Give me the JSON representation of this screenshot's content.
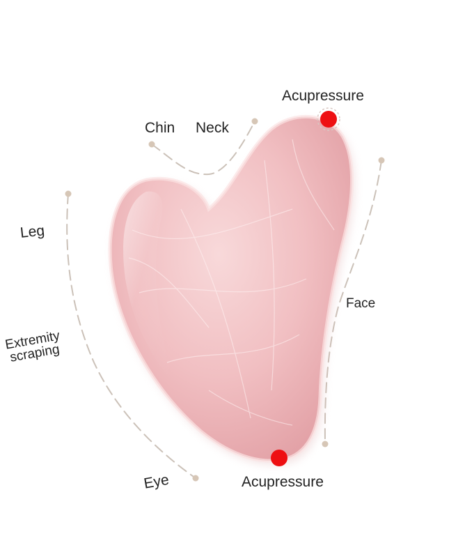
{
  "labels": {
    "acupressure_top": "Acupressure",
    "chin": "Chin",
    "neck": "Neck",
    "leg": "Leg",
    "face": "Face",
    "extremity_line1": "Extremity",
    "extremity_line2": "scraping",
    "eye": "Eye",
    "acupressure_bottom": "Acupressure"
  },
  "colors": {
    "stone_base": "#f2c4c6",
    "stone_shadow": "#e3a3a8",
    "stone_highlight": "#fbe6e6",
    "acupressure_dot": "#ee0f12",
    "guide_line": "#c9bfb6",
    "label_text": "#222222"
  }
}
